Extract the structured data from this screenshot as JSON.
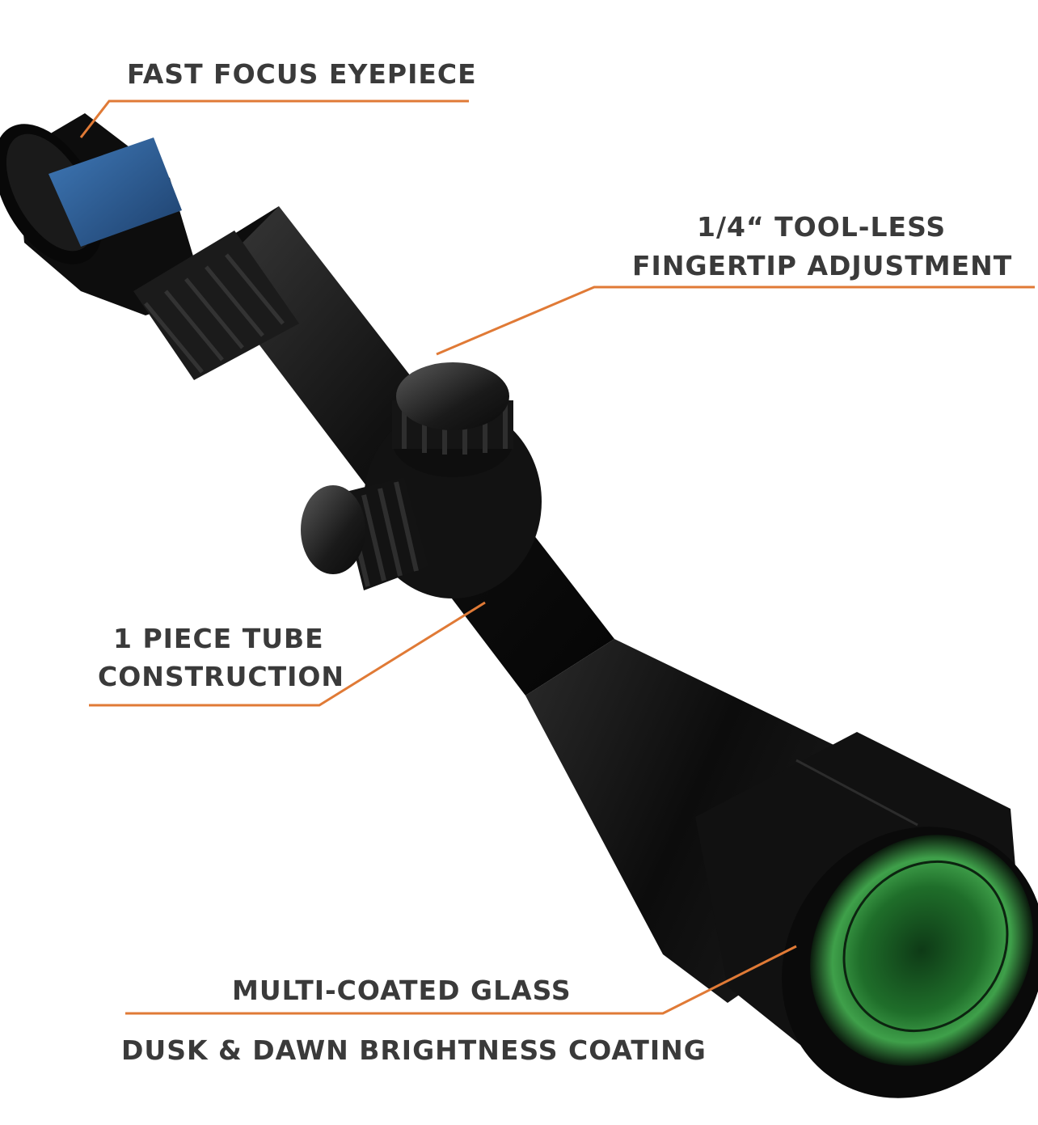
{
  "callouts": {
    "eyepiece": "FAST FOCUS EYEPIECE",
    "adjustment_line1": "1/4“ TOOL-LESS",
    "adjustment_line2": "FINGERTIP ADJUSTMENT",
    "tube_line1": "1 PIECE TUBE",
    "tube_line2": "CONSTRUCTION",
    "glass": "MULTI-COATED GLASS",
    "coating": "DUSK & DAWN BRIGHTNESS COATING"
  },
  "colors": {
    "leader_line": "#e07a36",
    "label_text": "#3a3a3a",
    "scope_body": "#141414",
    "lens_green": "#2f8a3a"
  }
}
